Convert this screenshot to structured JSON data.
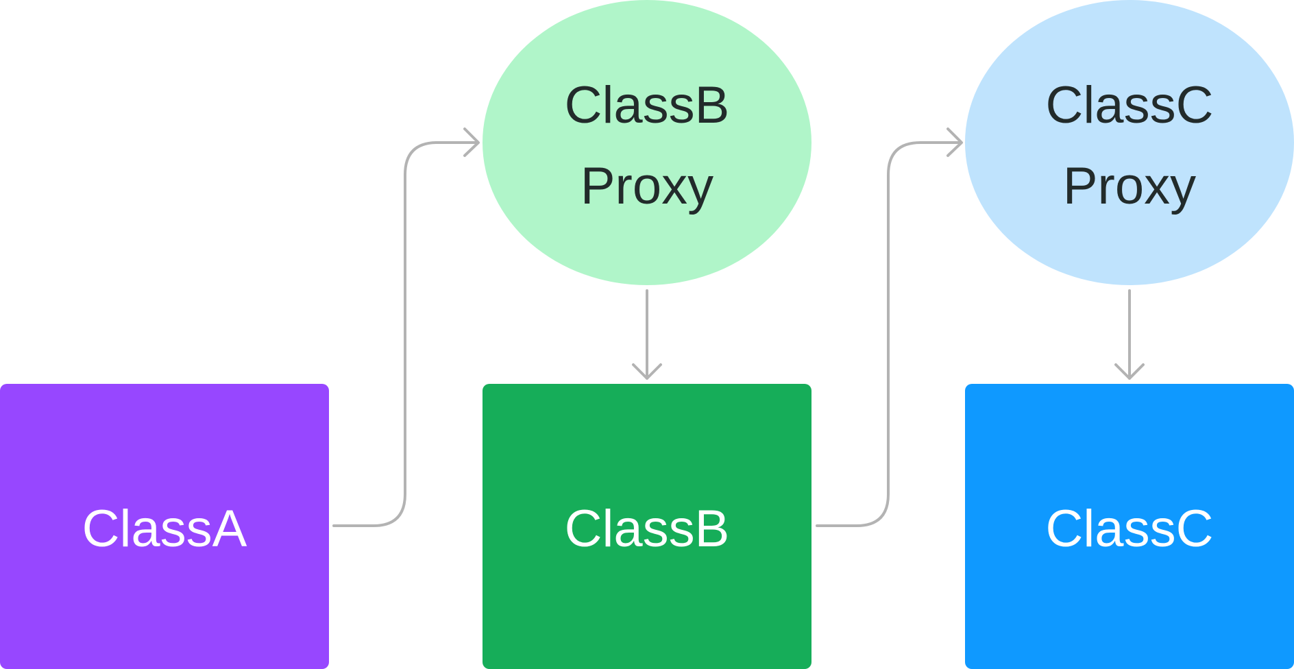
{
  "colors": {
    "edge": "#b3b3b3",
    "class_a_fill": "#9747ff",
    "class_b_fill": "#16ad59",
    "class_c_fill": "#0f99ff",
    "proxy_b_fill": "#b0f5c9",
    "proxy_c_fill": "#bfe3fd",
    "box_text": "#ffffff",
    "proxy_text": "#222b2b"
  },
  "nodes": {
    "class_a": {
      "label": "ClassA"
    },
    "class_b": {
      "label": "ClassB"
    },
    "class_c": {
      "label": "ClassC"
    },
    "proxy_b": {
      "line1": "ClassB",
      "line2": "Proxy"
    },
    "proxy_c": {
      "line1": "ClassC",
      "line2": "Proxy"
    }
  },
  "edges": [
    {
      "from": "class_a",
      "to": "proxy_b"
    },
    {
      "from": "proxy_b",
      "to": "class_b"
    },
    {
      "from": "class_b",
      "to": "proxy_c"
    },
    {
      "from": "proxy_c",
      "to": "class_c"
    }
  ]
}
